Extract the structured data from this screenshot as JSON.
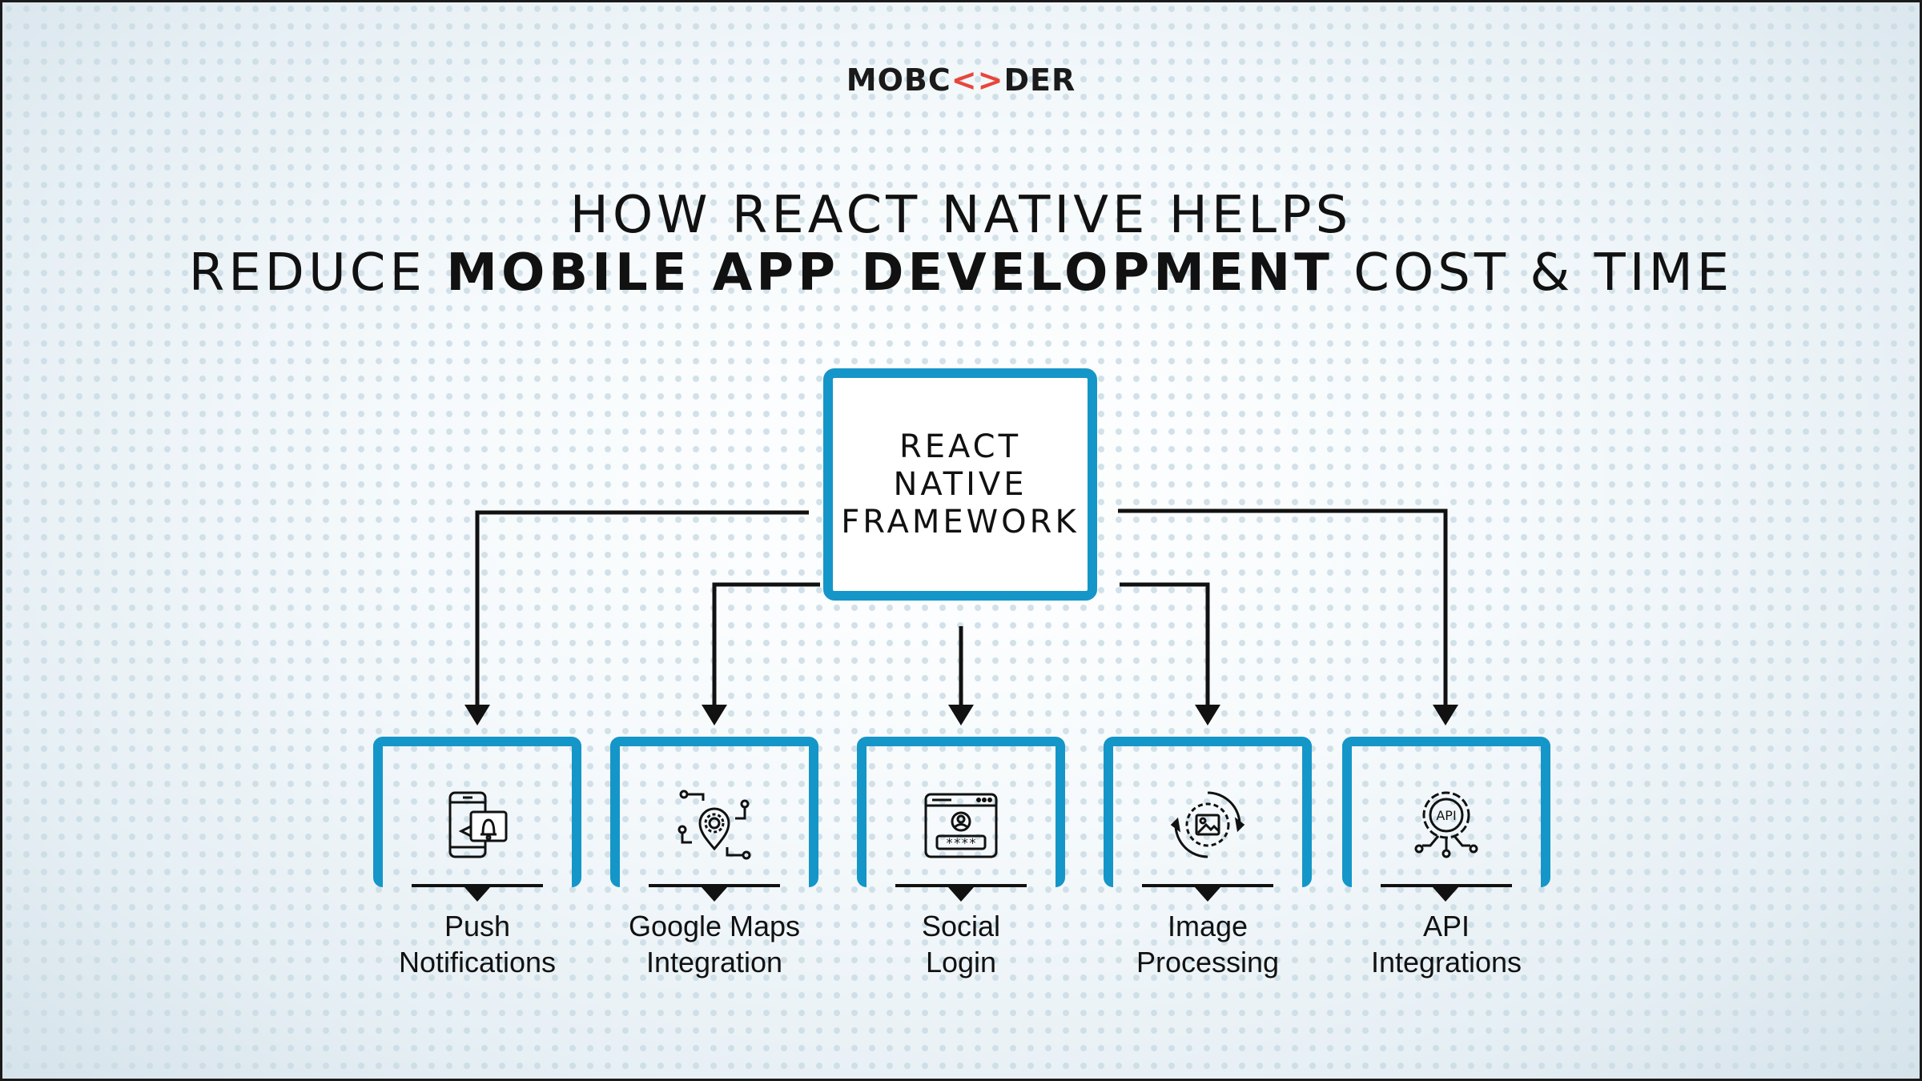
{
  "logo": {
    "part1": "MOBC",
    "part2": "<>",
    "part3": "DER"
  },
  "title": {
    "line1": "HOW REACT NATIVE HELPS",
    "line2_prefix": "REDUCE ",
    "line2_bold": "MOBILE APP DEVELOPMENT",
    "line2_suffix": " COST & TIME"
  },
  "center": {
    "label": "REACT\nNATIVE\nFRAMEWORK"
  },
  "features": [
    {
      "label": "Push\nNotifications",
      "icon": "push-notification-icon"
    },
    {
      "label": "Google Maps\nIntegration",
      "icon": "map-pin-gear-icon"
    },
    {
      "label": "Social\nLogin",
      "icon": "login-window-icon"
    },
    {
      "label": "Image\nProcessing",
      "icon": "image-processing-icon"
    },
    {
      "label": "API\nIntegrations",
      "icon": "api-gear-icon"
    }
  ],
  "colors": {
    "accent": "#1596c8",
    "logo_accent": "#e8463a",
    "text": "#111111"
  }
}
